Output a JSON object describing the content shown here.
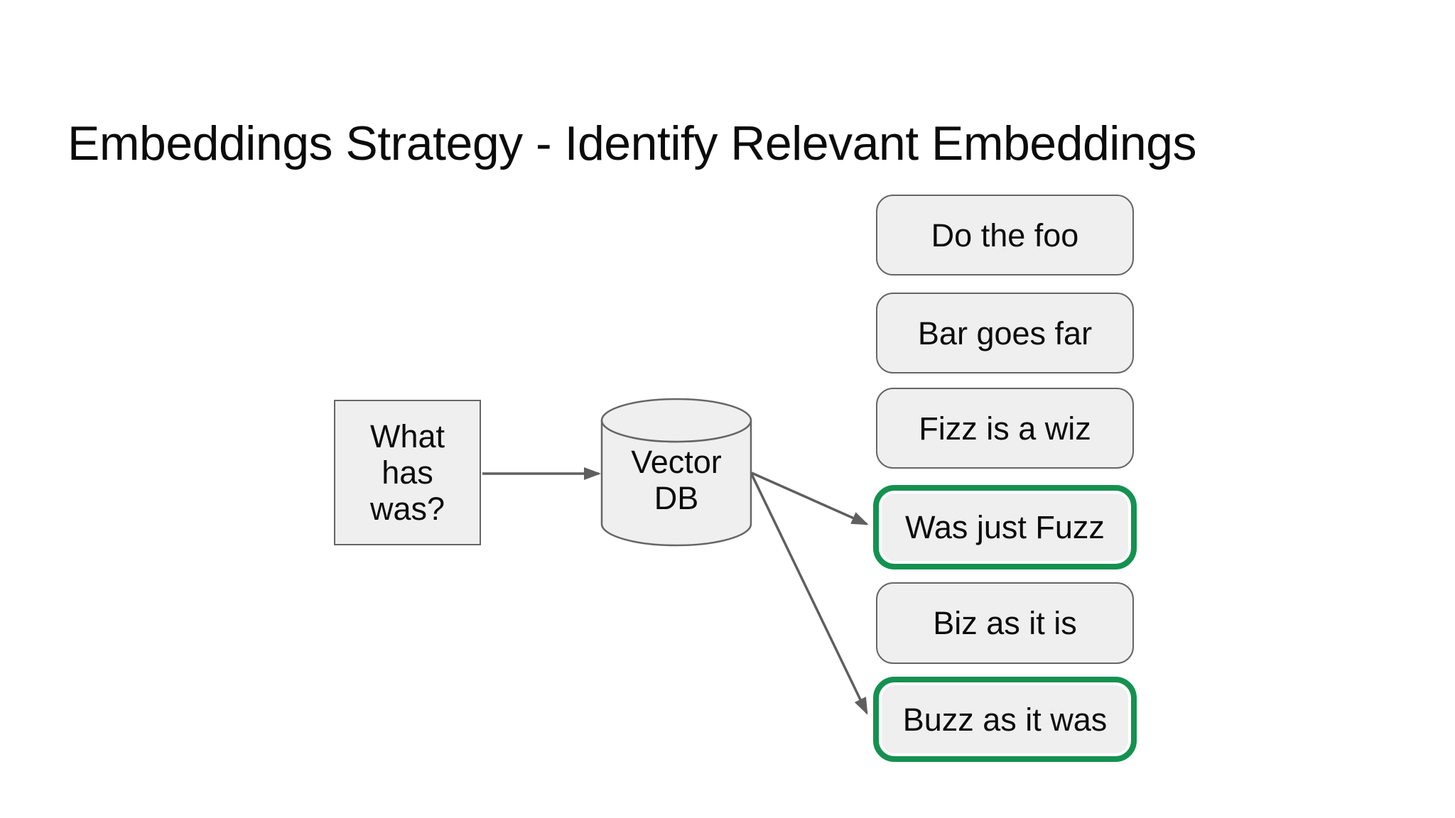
{
  "slide": {
    "title": "Embeddings Strategy - Identify Relevant Embeddings"
  },
  "nodes": {
    "query": {
      "label": "What\nhas\nwas?",
      "shape": "rectangle"
    },
    "vector_db": {
      "label": "Vector\nDB",
      "shape": "database-cylinder"
    }
  },
  "embeddings": [
    {
      "label": "Do the foo",
      "highlighted": false
    },
    {
      "label": "Bar goes far",
      "highlighted": false
    },
    {
      "label": "Fizz is a wiz",
      "highlighted": false
    },
    {
      "label": "Was just Fuzz",
      "highlighted": true
    },
    {
      "label": "Biz as it is",
      "highlighted": false
    },
    {
      "label": "Buzz as it was",
      "highlighted": true
    }
  ],
  "edges": [
    {
      "from": "query",
      "to": "vector_db",
      "type": "arrow"
    },
    {
      "from": "vector_db",
      "to": "Was just Fuzz",
      "type": "arrow"
    },
    {
      "from": "vector_db",
      "to": "Buzz as it was",
      "type": "arrow"
    }
  ],
  "colors": {
    "highlight_green": "#149150",
    "box_fill": "#EFEFEF",
    "box_border": "#666666",
    "arrow": "#5f5f5f",
    "text": "#0B0B0B",
    "background": "#FFFFFF"
  }
}
